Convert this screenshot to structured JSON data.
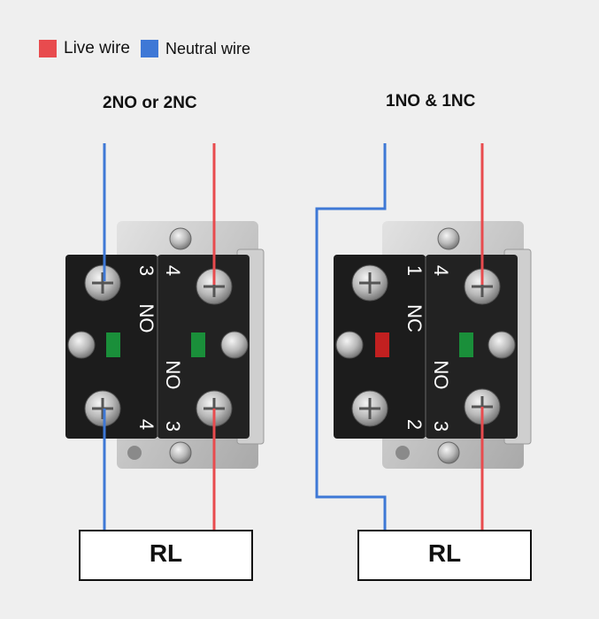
{
  "legend": {
    "live_label": "Live wire",
    "neutral_label": "Neutral wire"
  },
  "colors": {
    "live": "#e84b4e",
    "neutral": "#3e78d6",
    "block_black": "#1c1c1c",
    "metal": "#c9c9c9",
    "no_indicator": "#1a8f3a",
    "nc_indicator": "#c22020"
  },
  "left": {
    "title": "2NO or 2NC",
    "contact_a": {
      "top_num": "3",
      "type": "NO",
      "bottom_num": "4"
    },
    "contact_b": {
      "top_num": "4",
      "type": "NO",
      "bottom_num": "3"
    },
    "load_label": "RL"
  },
  "right": {
    "title": "1NO & 1NC",
    "contact_a": {
      "top_num": "1",
      "type": "NC",
      "bottom_num": "2"
    },
    "contact_b": {
      "top_num": "4",
      "type": "NO",
      "bottom_num": "3"
    },
    "load_label": "RL"
  }
}
